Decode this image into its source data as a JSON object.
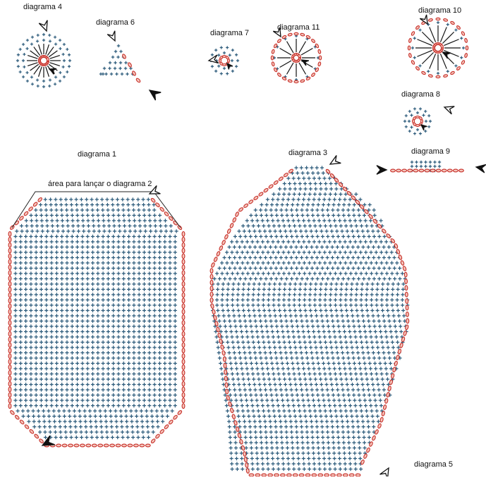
{
  "labels": {
    "d1": "diagrama 1",
    "d2_area": "área para lançar o diagrama 2",
    "d3": "diagrama 3",
    "d4": "diagrama 4",
    "d5": "diagrama 5",
    "d6": "diagrama 6",
    "d7": "diagrama 7",
    "d8": "diagrama 8",
    "d9": "diagrama 9",
    "d10": "diagrama 10",
    "d11": "diagrama 11"
  },
  "symbols": {
    "single_crochet": "+",
    "chain": "o"
  },
  "colors": {
    "stitch_blue": "#2b5a7a",
    "chain_red": "#c8302a",
    "chain_fill": "#f4c7bd",
    "arrow": "#111111",
    "text": "#111111"
  }
}
